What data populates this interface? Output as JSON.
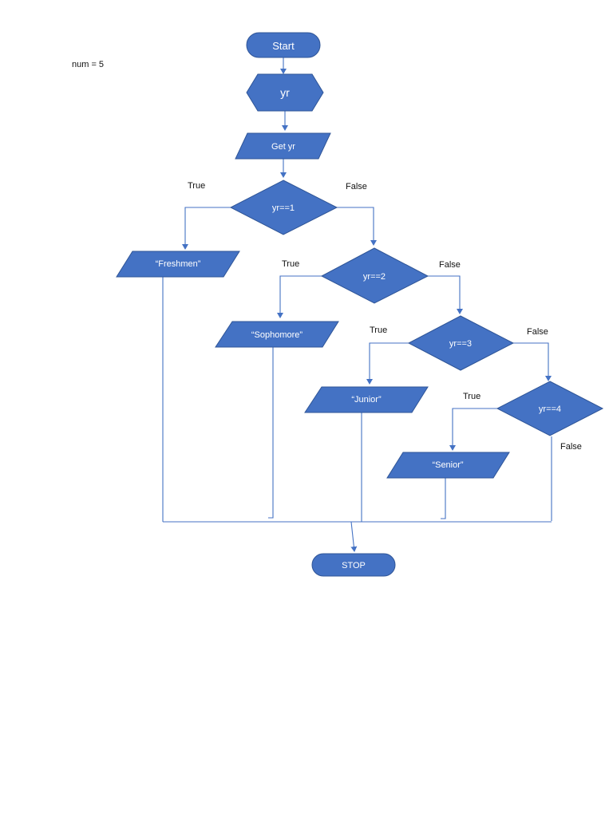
{
  "variable_note": "num = 5",
  "nodes": {
    "start": "Start",
    "input_var": "yr",
    "get_input": "Get yr",
    "decision_1": "yr==1",
    "decision_2": "yr==2",
    "decision_3": "yr==3",
    "decision_4": "yr==4",
    "output_1": "“Freshmen”",
    "output_2": "“Sophomore”",
    "output_3": "“Junior”",
    "output_4": "“Senior”",
    "stop": "STOP"
  },
  "branch_labels": {
    "true_label": "True",
    "false_label": "False"
  },
  "colors": {
    "shape_fill": "#4472C4",
    "shape_stroke": "#2F5597",
    "connector": "#4472C4",
    "node_text": "#ffffff",
    "label_text": "#111111"
  }
}
